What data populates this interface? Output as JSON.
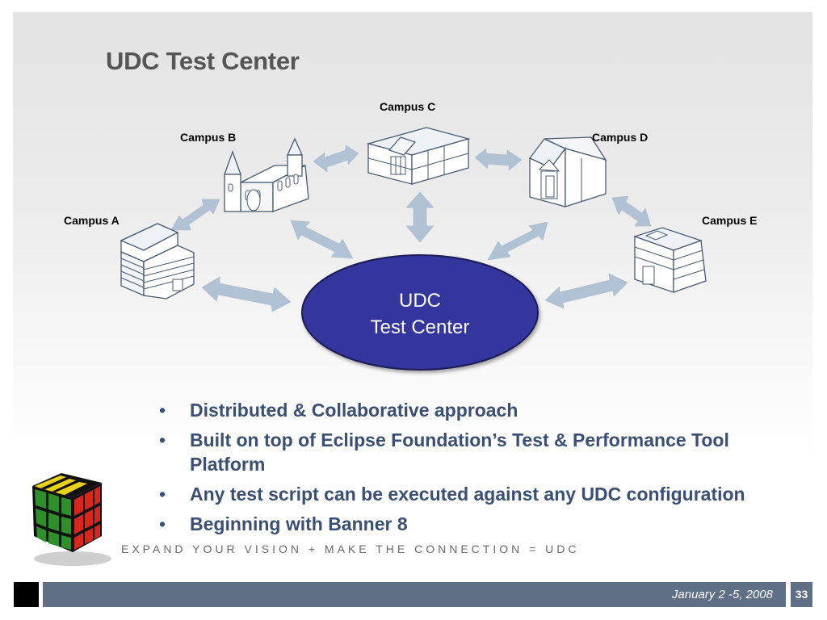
{
  "slide": {
    "title": "UDC Test Center",
    "campuses": [
      "Campus A",
      "Campus B",
      "Campus C",
      "Campus D",
      "Campus E"
    ],
    "center_node": {
      "line1": "UDC",
      "line2": "Test Center"
    },
    "bullets": [
      "Distributed & Collaborative approach",
      "Built on top of Eclipse Foundation’s Test & Performance Tool Platform",
      "Any test script can be executed against any UDC configuration",
      "Beginning with Banner 8"
    ],
    "bullet_marker": "•",
    "tagline": "EXPAND YOUR VISION + MAKE THE CONNECTION = UDC",
    "footer": {
      "date": "January 2 -5, 2008",
      "page": "33"
    },
    "colors": {
      "center_fill": "#34349e",
      "arrow": "#b0c2d4",
      "title": "#555555",
      "bullet_text": "#3a4f73",
      "footer_bar": "#5f6f86"
    }
  }
}
